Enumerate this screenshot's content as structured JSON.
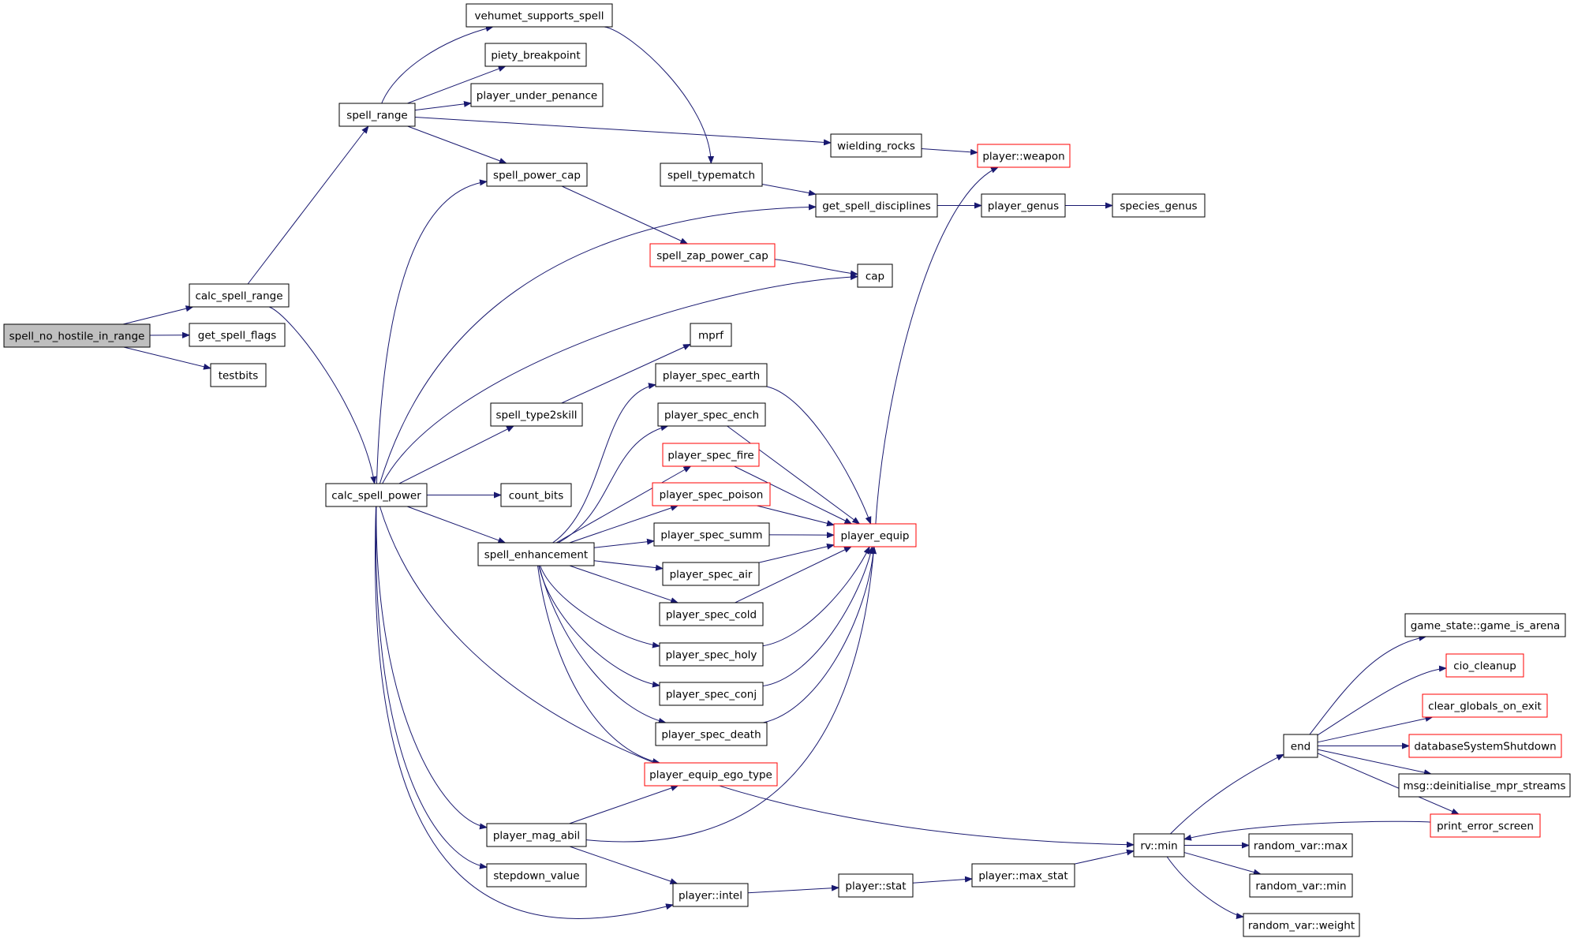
{
  "colors": {
    "edge": "#191970",
    "node_border": "#000000",
    "truncated_node_border": "#ff0000",
    "root_fill": "#bfbfbf",
    "node_fill": "#ffffff"
  },
  "nodes": [
    {
      "id": "spell_no_hostile_in_range",
      "label": "spell_no_hostile_in_range",
      "style": "root"
    },
    {
      "id": "calc_spell_range",
      "label": "calc_spell_range",
      "style": "normal"
    },
    {
      "id": "get_spell_flags",
      "label": "get_spell_flags",
      "style": "normal"
    },
    {
      "id": "testbits",
      "label": "testbits",
      "style": "normal"
    },
    {
      "id": "spell_range",
      "label": "spell_range",
      "style": "normal"
    },
    {
      "id": "calc_spell_power",
      "label": "calc_spell_power",
      "style": "normal"
    },
    {
      "id": "vehumet_supports_spell",
      "label": "vehumet_supports_spell",
      "style": "normal"
    },
    {
      "id": "piety_breakpoint",
      "label": "piety_breakpoint",
      "style": "normal"
    },
    {
      "id": "player_under_penance",
      "label": "player_under_penance",
      "style": "normal"
    },
    {
      "id": "spell_power_cap",
      "label": "spell_power_cap",
      "style": "normal"
    },
    {
      "id": "spell_type2skill",
      "label": "spell_type2skill",
      "style": "normal"
    },
    {
      "id": "count_bits",
      "label": "count_bits",
      "style": "normal"
    },
    {
      "id": "spell_enhancement",
      "label": "spell_enhancement",
      "style": "normal"
    },
    {
      "id": "player_mag_abil",
      "label": "player_mag_abil",
      "style": "normal"
    },
    {
      "id": "stepdown_value",
      "label": "stepdown_value",
      "style": "normal"
    },
    {
      "id": "spell_typematch",
      "label": "spell_typematch",
      "style": "normal"
    },
    {
      "id": "spell_zap_power_cap",
      "label": "spell_zap_power_cap",
      "style": "truncated"
    },
    {
      "id": "mprf",
      "label": "mprf",
      "style": "normal"
    },
    {
      "id": "player_spec_earth",
      "label": "player_spec_earth",
      "style": "normal"
    },
    {
      "id": "player_spec_ench",
      "label": "player_spec_ench",
      "style": "normal"
    },
    {
      "id": "player_spec_fire",
      "label": "player_spec_fire",
      "style": "truncated"
    },
    {
      "id": "player_spec_poison",
      "label": "player_spec_poison",
      "style": "truncated"
    },
    {
      "id": "player_spec_summ",
      "label": "player_spec_summ",
      "style": "normal"
    },
    {
      "id": "player_spec_air",
      "label": "player_spec_air",
      "style": "normal"
    },
    {
      "id": "player_spec_cold",
      "label": "player_spec_cold",
      "style": "normal"
    },
    {
      "id": "player_spec_holy",
      "label": "player_spec_holy",
      "style": "normal"
    },
    {
      "id": "player_spec_conj",
      "label": "player_spec_conj",
      "style": "normal"
    },
    {
      "id": "player_spec_death",
      "label": "player_spec_death",
      "style": "normal"
    },
    {
      "id": "player_equip_ego_type",
      "label": "player_equip_ego_type",
      "style": "truncated"
    },
    {
      "id": "player_intel",
      "label": "player::intel",
      "style": "normal"
    },
    {
      "id": "wielding_rocks",
      "label": "wielding_rocks",
      "style": "normal"
    },
    {
      "id": "get_spell_disciplines",
      "label": "get_spell_disciplines",
      "style": "normal"
    },
    {
      "id": "cap",
      "label": "cap",
      "style": "normal"
    },
    {
      "id": "player_equip",
      "label": "player_equip",
      "style": "truncated"
    },
    {
      "id": "player_stat",
      "label": "player::stat",
      "style": "normal"
    },
    {
      "id": "player_weapon",
      "label": "player::weapon",
      "style": "truncated"
    },
    {
      "id": "player_genus",
      "label": "player_genus",
      "style": "normal"
    },
    {
      "id": "player_max_stat",
      "label": "player::max_stat",
      "style": "normal"
    },
    {
      "id": "species_genus",
      "label": "species_genus",
      "style": "normal"
    },
    {
      "id": "rv_min",
      "label": "rv::min",
      "style": "normal"
    },
    {
      "id": "end",
      "label": "end",
      "style": "normal"
    },
    {
      "id": "random_var_max",
      "label": "random_var::max",
      "style": "normal"
    },
    {
      "id": "random_var_min",
      "label": "random_var::min",
      "style": "normal"
    },
    {
      "id": "random_var_weight",
      "label": "random_var::weight",
      "style": "normal"
    },
    {
      "id": "game_is_arena",
      "label": "game_state::game_is_arena",
      "style": "normal"
    },
    {
      "id": "cio_cleanup",
      "label": "cio_cleanup",
      "style": "truncated"
    },
    {
      "id": "clear_globals_on_exit",
      "label": "clear_globals_on_exit",
      "style": "truncated"
    },
    {
      "id": "databaseSystemShutdown",
      "label": "databaseSystemShutdown",
      "style": "truncated"
    },
    {
      "id": "deinitialise_mpr_streams",
      "label": "msg::deinitialise_mpr_streams",
      "style": "normal"
    },
    {
      "id": "print_error_screen",
      "label": "print_error_screen",
      "style": "truncated"
    }
  ],
  "edges": [
    [
      "spell_no_hostile_in_range",
      "calc_spell_range"
    ],
    [
      "spell_no_hostile_in_range",
      "get_spell_flags"
    ],
    [
      "spell_no_hostile_in_range",
      "testbits"
    ],
    [
      "calc_spell_range",
      "spell_range"
    ],
    [
      "calc_spell_range",
      "calc_spell_power"
    ],
    [
      "spell_range",
      "vehumet_supports_spell"
    ],
    [
      "spell_range",
      "piety_breakpoint"
    ],
    [
      "spell_range",
      "player_under_penance"
    ],
    [
      "spell_range",
      "wielding_rocks"
    ],
    [
      "spell_range",
      "spell_power_cap"
    ],
    [
      "vehumet_supports_spell",
      "spell_typematch"
    ],
    [
      "calc_spell_power",
      "spell_power_cap"
    ],
    [
      "calc_spell_power",
      "get_spell_disciplines"
    ],
    [
      "calc_spell_power",
      "cap"
    ],
    [
      "calc_spell_power",
      "spell_type2skill"
    ],
    [
      "calc_spell_power",
      "count_bits"
    ],
    [
      "calc_spell_power",
      "spell_enhancement"
    ],
    [
      "calc_spell_power",
      "player_mag_abil"
    ],
    [
      "calc_spell_power",
      "stepdown_value"
    ],
    [
      "calc_spell_power",
      "player_intel"
    ],
    [
      "calc_spell_power",
      "rv_min"
    ],
    [
      "spell_power_cap",
      "spell_zap_power_cap"
    ],
    [
      "spell_zap_power_cap",
      "cap"
    ],
    [
      "spell_typematch",
      "get_spell_disciplines"
    ],
    [
      "spell_type2skill",
      "mprf"
    ],
    [
      "spell_enhancement",
      "player_spec_earth"
    ],
    [
      "spell_enhancement",
      "player_spec_ench"
    ],
    [
      "spell_enhancement",
      "player_spec_fire"
    ],
    [
      "spell_enhancement",
      "player_spec_poison"
    ],
    [
      "spell_enhancement",
      "player_spec_summ"
    ],
    [
      "spell_enhancement",
      "player_spec_air"
    ],
    [
      "spell_enhancement",
      "player_spec_cold"
    ],
    [
      "spell_enhancement",
      "player_spec_holy"
    ],
    [
      "spell_enhancement",
      "player_spec_conj"
    ],
    [
      "spell_enhancement",
      "player_spec_death"
    ],
    [
      "spell_enhancement",
      "player_equip_ego_type"
    ],
    [
      "player_spec_earth",
      "player_equip"
    ],
    [
      "player_spec_ench",
      "player_equip"
    ],
    [
      "player_spec_fire",
      "player_equip"
    ],
    [
      "player_spec_poison",
      "player_equip"
    ],
    [
      "player_spec_summ",
      "player_equip"
    ],
    [
      "player_spec_air",
      "player_equip"
    ],
    [
      "player_spec_cold",
      "player_equip"
    ],
    [
      "player_spec_holy",
      "player_equip"
    ],
    [
      "player_spec_conj",
      "player_equip"
    ],
    [
      "player_spec_death",
      "player_equip"
    ],
    [
      "player_mag_abil",
      "player_equip_ego_type"
    ],
    [
      "player_mag_abil",
      "player_equip"
    ],
    [
      "player_mag_abil",
      "player_intel"
    ],
    [
      "player_equip",
      "player_weapon"
    ],
    [
      "wielding_rocks",
      "player_weapon"
    ],
    [
      "get_spell_disciplines",
      "player_genus"
    ],
    [
      "player_genus",
      "species_genus"
    ],
    [
      "player_intel",
      "player_stat"
    ],
    [
      "player_stat",
      "player_max_stat"
    ],
    [
      "player_max_stat",
      "rv_min"
    ],
    [
      "rv_min",
      "end"
    ],
    [
      "rv_min",
      "random_var_max"
    ],
    [
      "rv_min",
      "random_var_min"
    ],
    [
      "rv_min",
      "random_var_weight"
    ],
    [
      "end",
      "game_is_arena"
    ],
    [
      "end",
      "cio_cleanup"
    ],
    [
      "end",
      "clear_globals_on_exit"
    ],
    [
      "end",
      "databaseSystemShutdown"
    ],
    [
      "end",
      "deinitialise_mpr_streams"
    ],
    [
      "end",
      "print_error_screen"
    ],
    [
      "print_error_screen",
      "rv_min"
    ]
  ]
}
